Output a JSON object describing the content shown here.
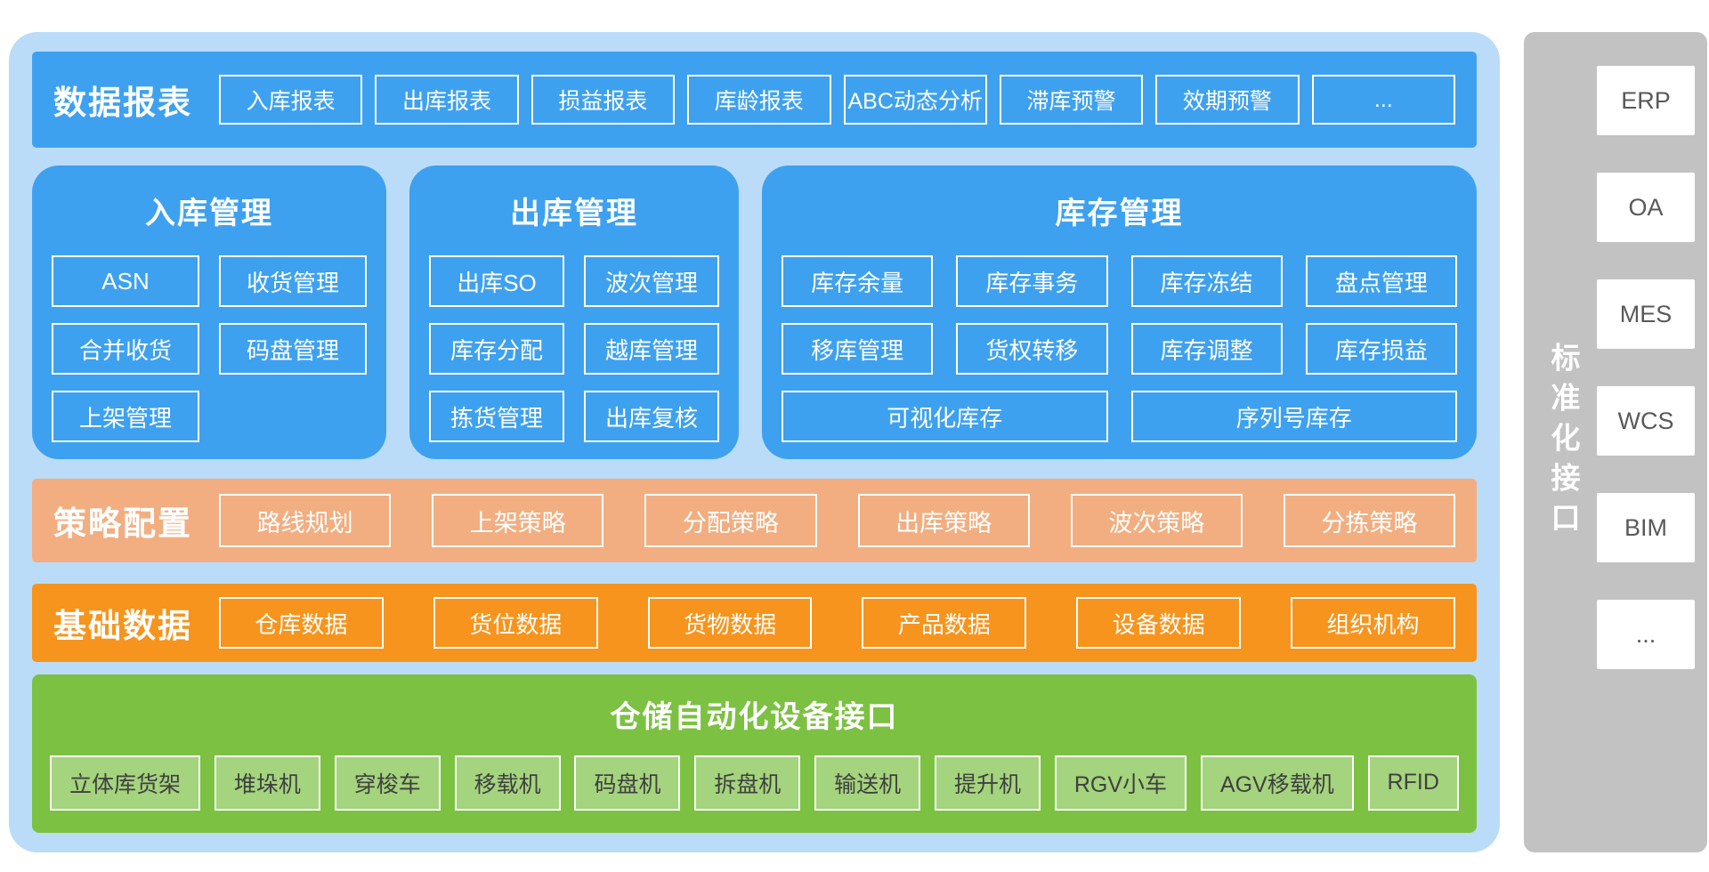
{
  "colors": {
    "container_light_blue": "#BBDCF8",
    "module_blue": "#3EA1EF",
    "strategy_salmon": "#F2AE80",
    "basedata_orange": "#F7941D",
    "device_green": "#7CC142",
    "device_box_green": "#A4D47D",
    "rail_gray": "#C2C2C2",
    "box_border_white": "#FFFFFF"
  },
  "report_bar": {
    "title": "数据报表",
    "items": [
      "入库报表",
      "出库报表",
      "损益报表",
      "库龄报表",
      "ABC动态分析",
      "滞库预警",
      "效期预警",
      "..."
    ]
  },
  "panels": [
    {
      "title": "入库管理",
      "rows": [
        [
          "ASN",
          "收货管理"
        ],
        [
          "合并收货",
          "码盘管理"
        ],
        [
          "上架管理"
        ]
      ]
    },
    {
      "title": "出库管理",
      "rows": [
        [
          "出库SO",
          "波次管理"
        ],
        [
          "库存分配",
          "越库管理"
        ],
        [
          "拣货管理",
          "出库复核"
        ]
      ]
    },
    {
      "title": "库存管理",
      "rows": [
        [
          "库存余量",
          "库存事务",
          "库存冻结",
          "盘点管理"
        ],
        [
          "移库管理",
          "货权转移",
          "库存调整",
          "库存损益"
        ],
        [
          "可视化库存",
          "序列号库存"
        ]
      ]
    }
  ],
  "strategy_bar": {
    "title": "策略配置",
    "items": [
      "路线规划",
      "上架策略",
      "分配策略",
      "出库策略",
      "波次策略",
      "分拣策略"
    ]
  },
  "basedata_bar": {
    "title": "基础数据",
    "items": [
      "仓库数据",
      "货位数据",
      "货物数据",
      "产品数据",
      "设备数据",
      "组织机构"
    ]
  },
  "device_section": {
    "title": "仓储自动化设备接口",
    "items": [
      "立体库货架",
      "堆垛机",
      "穿梭车",
      "移载机",
      "码盘机",
      "拆盘机",
      "输送机",
      "提升机",
      "RGV小车",
      "AGV移载机",
      "RFID"
    ]
  },
  "interface_rail": {
    "title": "标准化接口",
    "items": [
      "ERP",
      "OA",
      "MES",
      "WCS",
      "BIM",
      "..."
    ]
  }
}
